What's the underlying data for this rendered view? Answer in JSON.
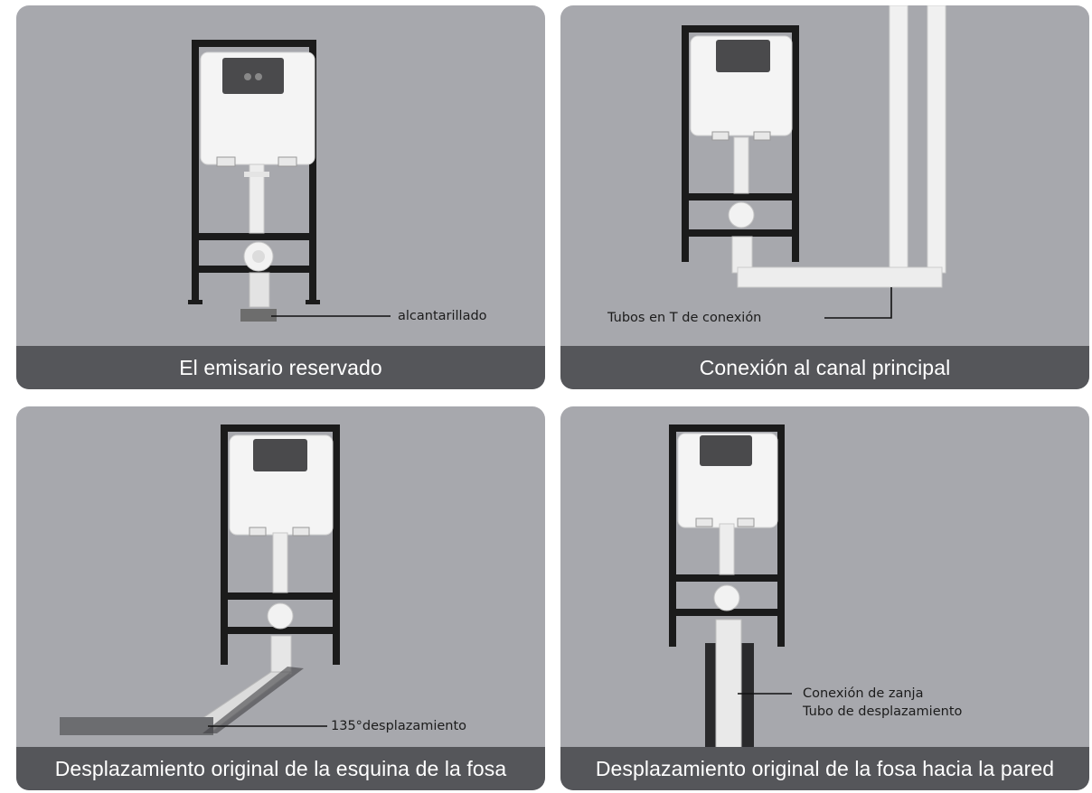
{
  "panels": [
    {
      "caption": "El emisario reservado",
      "label": "alcantarillado"
    },
    {
      "caption": "Conexión al canal principal",
      "label": "Tubos en T de conexión"
    },
    {
      "caption": "Desplazamiento original de la esquina de la fosa",
      "label": "135°desplazamiento"
    },
    {
      "caption": "Desplazamiento original de la fosa hacia la pared",
      "label_line1": "Conexión de zanja",
      "label_line2": "Tubo de desplazamiento"
    }
  ]
}
